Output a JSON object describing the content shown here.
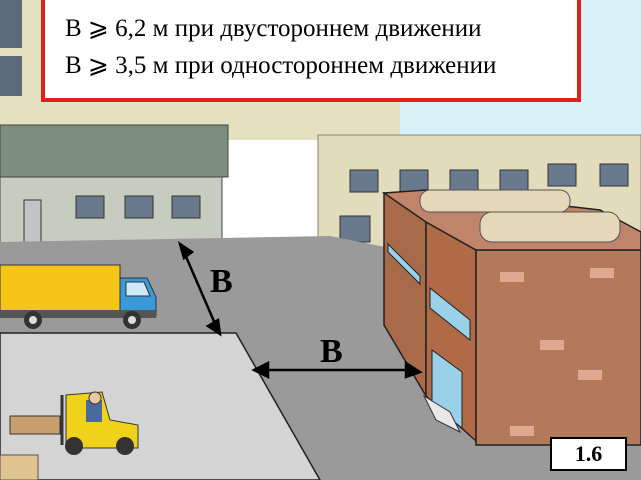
{
  "caption": {
    "line1": "В ⩾ 6,2 м при двустороннем движении",
    "line2": "В ⩾ 3,5 м при одностороннем движении"
  },
  "dimension_labels": {
    "road_width": "В",
    "passage_width": "В"
  },
  "figure_number": "1.6",
  "colors": {
    "caption_border": "#e0201a",
    "road": "#9a9a9a",
    "sidewalk": "#d4d4d4",
    "truck_body": "#f5c518",
    "truck_cab": "#3a9ad9",
    "forklift": "#f0d21a",
    "brick": "#b06a45",
    "warehouse": "#8a9a8a",
    "sky": "#d8f2f8"
  }
}
